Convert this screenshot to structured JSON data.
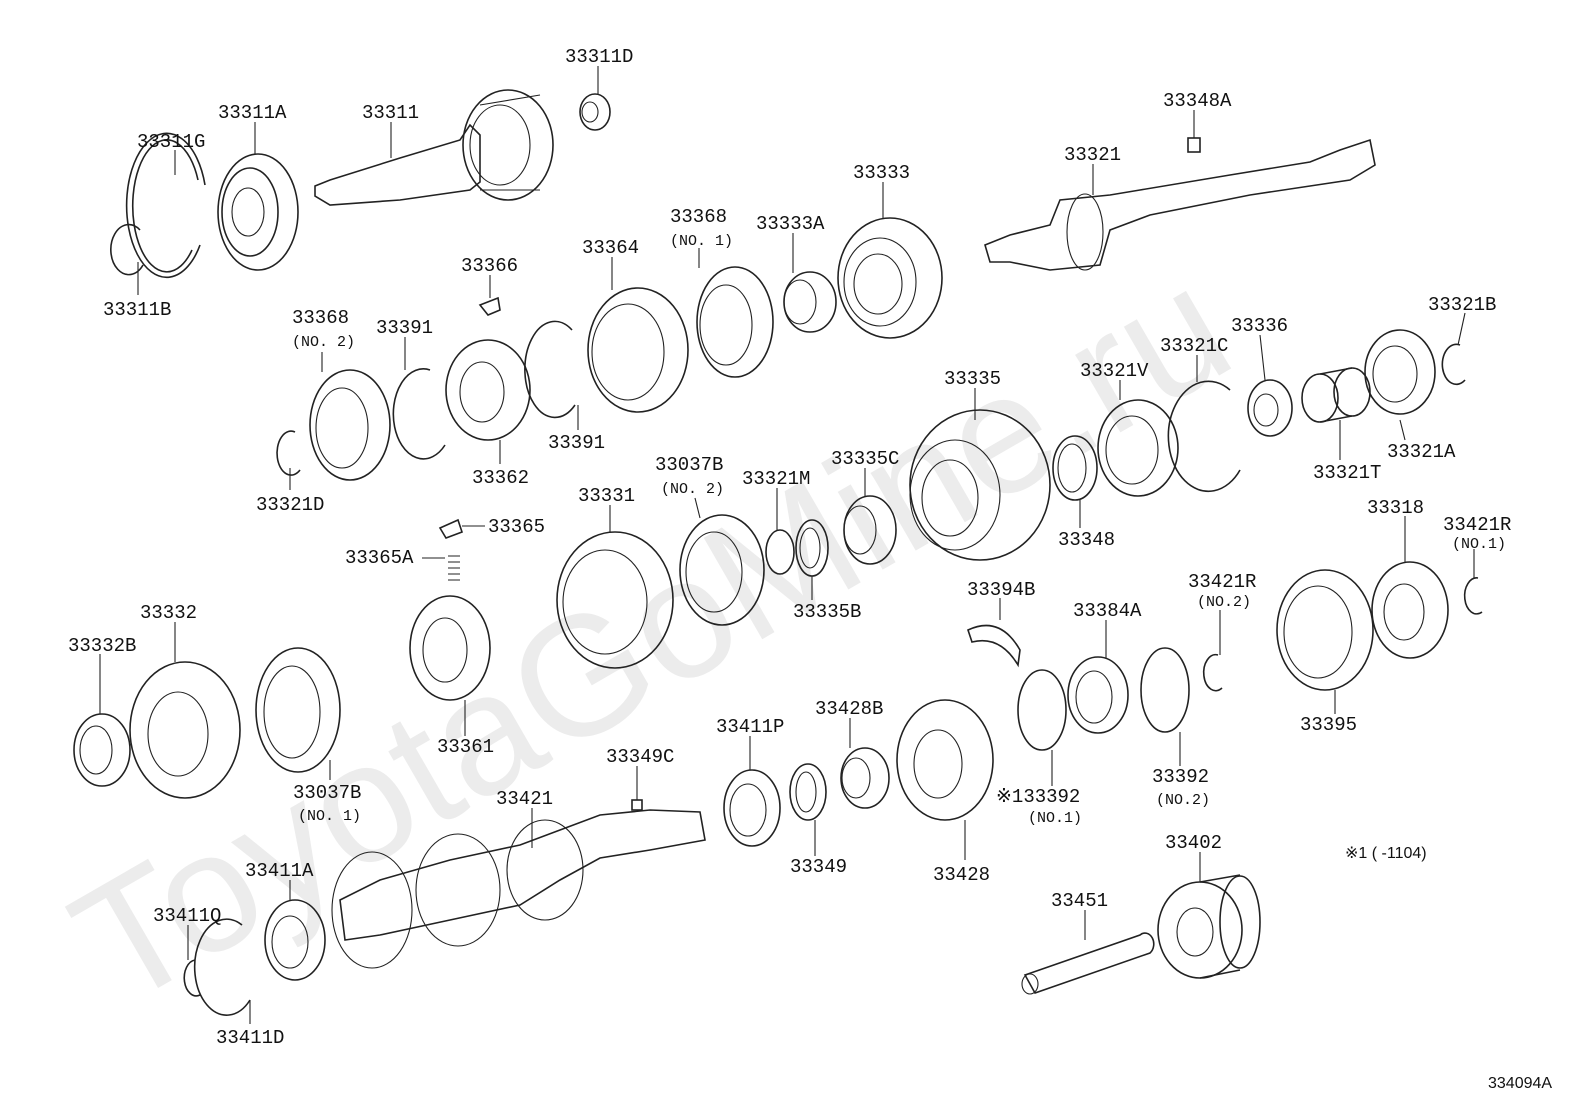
{
  "watermark": "ToyotaGoMine.ru",
  "diagram_id": "334094A",
  "footnote": "※1 (      -1104)",
  "labels": {
    "p33311D": "33311D",
    "p33311A": "33311A",
    "p33311": "33311",
    "p33311G": "33311G",
    "p33311B": "33311B",
    "p33348A": "33348A",
    "p33321": "33321",
    "p33333": "33333",
    "p33368_1": "33368",
    "p33368_1_sub": "(NO. 1)",
    "p33333A": "33333A",
    "p33366": "33366",
    "p33364": "33364",
    "p33368_2": "33368",
    "p33368_2_sub": "(NO. 2)",
    "p33391a": "33391",
    "p33391b": "33391",
    "p33362": "33362",
    "p33321D": "33321D",
    "p33321B": "33321B",
    "p33336": "33336",
    "p33321C": "33321C",
    "p33321V": "33321V",
    "p33335": "33335",
    "p33321A": "33321A",
    "p33321T": "33321T",
    "p33348": "33348",
    "p33037B_2": "33037B",
    "p33037B_2_sub": "(NO. 2)",
    "p33321M": "33321M",
    "p33335C": "33335C",
    "p33331": "33331",
    "p33365": "33365",
    "p33365A": "33365A",
    "p33335B": "33335B",
    "p33318": "33318",
    "p33421R_1": "33421R",
    "p33421R_1_sub": "(NO.1)",
    "p33394B": "33394B",
    "p33384A": "33384A",
    "p33421R_2": "33421R",
    "p33421R_2_sub": "(NO.2)",
    "p33332": "33332",
    "p33332B": "33332B",
    "p33361": "33361",
    "p33037B_1": "33037B",
    "p33037B_1_sub": "(NO. 1)",
    "p33411P": "33411P",
    "p33428B": "33428B",
    "p33349C": "33349C",
    "p33395": "33395",
    "p33392": "33392",
    "p33392_sub": "(NO.2)",
    "p133392": "※133392",
    "p133392_sub": "(NO.1)",
    "p33421": "33421",
    "p33349": "33349",
    "p33428": "33428",
    "p33402": "33402",
    "p33411A": "33411A",
    "p33411Q": "33411Q",
    "p33451": "33451",
    "p33411D": "33411D"
  }
}
